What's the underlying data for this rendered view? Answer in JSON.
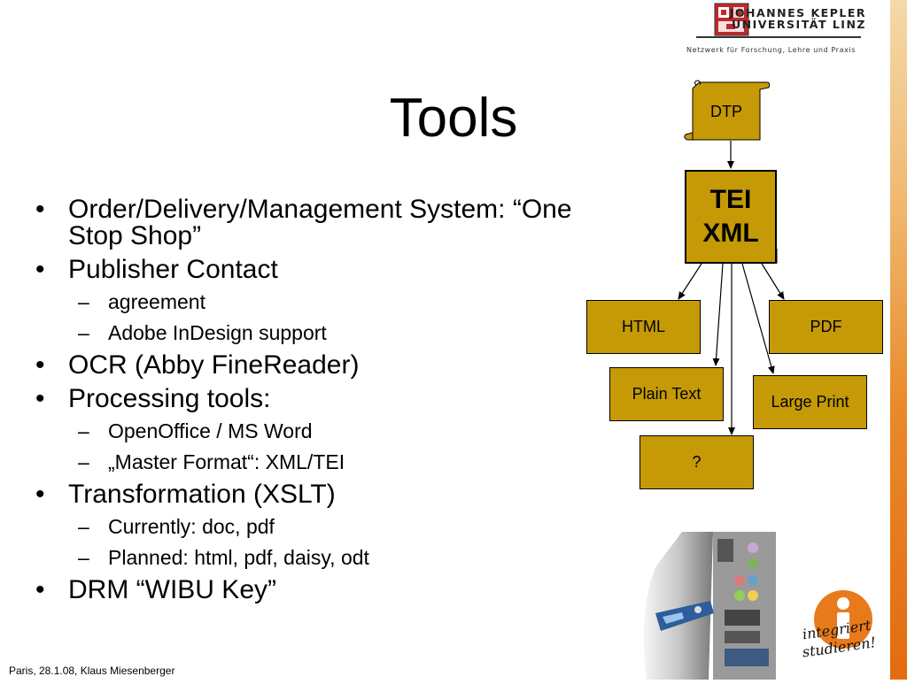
{
  "header": {
    "university_line1": "JOHANNES KEPLER",
    "university_line2": "UNIVERSITÄT LINZ",
    "tagline": "Netzwerk für Forschung, Lehre und Praxis"
  },
  "slide": {
    "title": "Tools",
    "bullets": [
      {
        "level": 1,
        "text": "Order/Delivery/Management System: “One Stop Shop”"
      },
      {
        "level": 1,
        "text": "Publisher Contact"
      },
      {
        "level": 2,
        "text": "agreement"
      },
      {
        "level": 2,
        "text": "Adobe InDesign support"
      },
      {
        "level": 1,
        "text": "OCR (Abby FineReader)"
      },
      {
        "level": 1,
        "text": "Processing tools:"
      },
      {
        "level": 2,
        "text": "OpenOffice / MS Word"
      },
      {
        "level": 2,
        "text": "„Master Format“: XML/TEI"
      },
      {
        "level": 1,
        "text": "Transformation (XSLT)"
      },
      {
        "level": 2,
        "text": "Currently: doc, pdf"
      },
      {
        "level": 2,
        "text": "Planned: html, pdf, daisy, odt"
      },
      {
        "level": 1,
        "text": "DRM “WIBU Key”"
      }
    ]
  },
  "diagram": {
    "source": "DTP",
    "hub_line1": "TEI",
    "hub_line2": "XML",
    "outputs": {
      "html": "HTML",
      "pdf": "PDF",
      "plain_text": "Plain Text",
      "large_print": "Large Print",
      "unknown": "?"
    },
    "box_color": "#c59a06"
  },
  "promo": {
    "text": "integriert studieren!"
  },
  "footer": {
    "text": "Paris, 28.1.08, Klaus Miesenberger"
  },
  "colors": {
    "accent_strip": "#e98a2a",
    "logo_red": "#c0282d"
  }
}
